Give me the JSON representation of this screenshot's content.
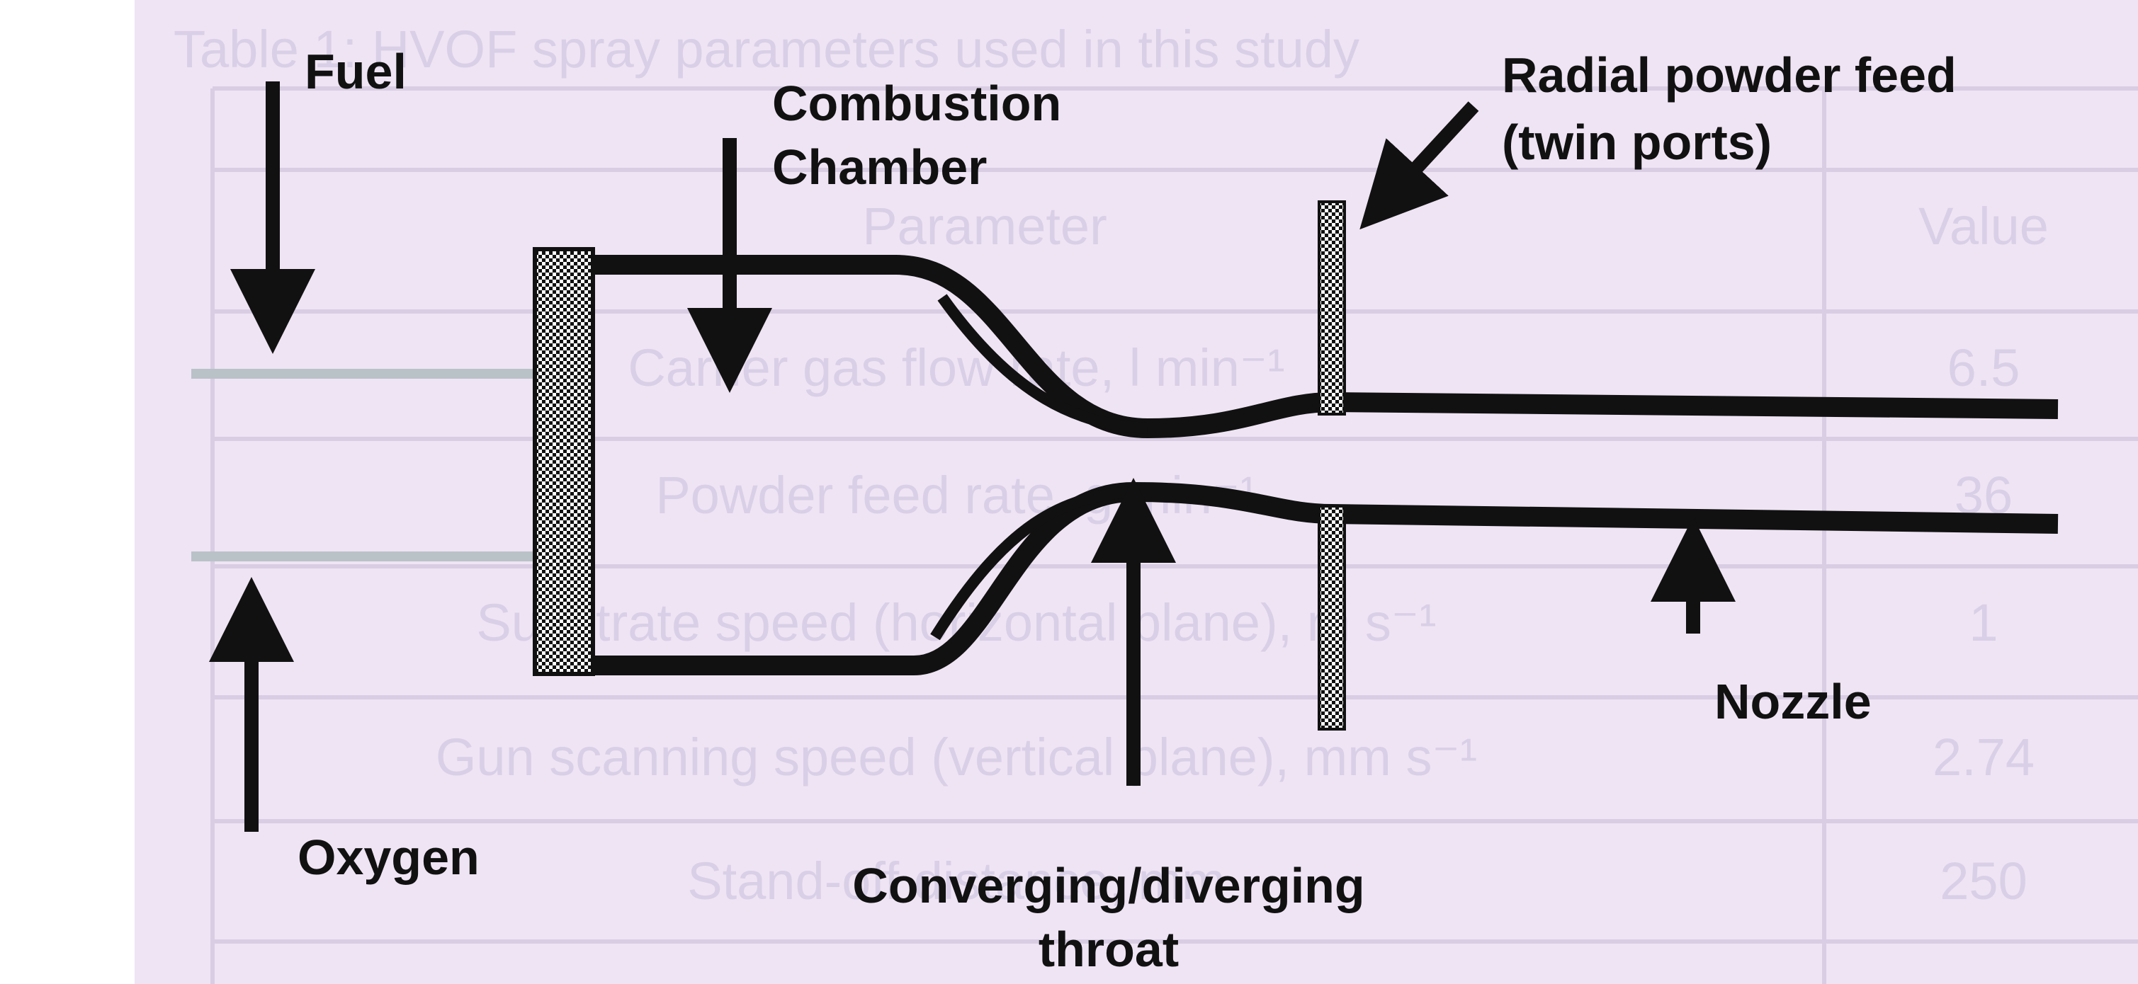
{
  "colors": {
    "background": "#efe4f4",
    "ink": "#111111",
    "gas_line": "#b9c2c7",
    "ghost_text": "#d9cfe6",
    "ghost_grid": "#d8cde3"
  },
  "labels": {
    "fuel": "Fuel",
    "oxygen": "Oxygen",
    "combustion_line1": "Combustion",
    "combustion_line2": "Chamber",
    "radial_line1": "Radial powder feed",
    "radial_line2": "(twin ports)",
    "throat_line1": "Converging/diverging",
    "throat_line2": "throat",
    "nozzle": "Nozzle"
  },
  "icons": {
    "arrows": "arrow-icon",
    "injector": "checkered-injector-plate",
    "powder_ports": "checkered-powder-port"
  }
}
